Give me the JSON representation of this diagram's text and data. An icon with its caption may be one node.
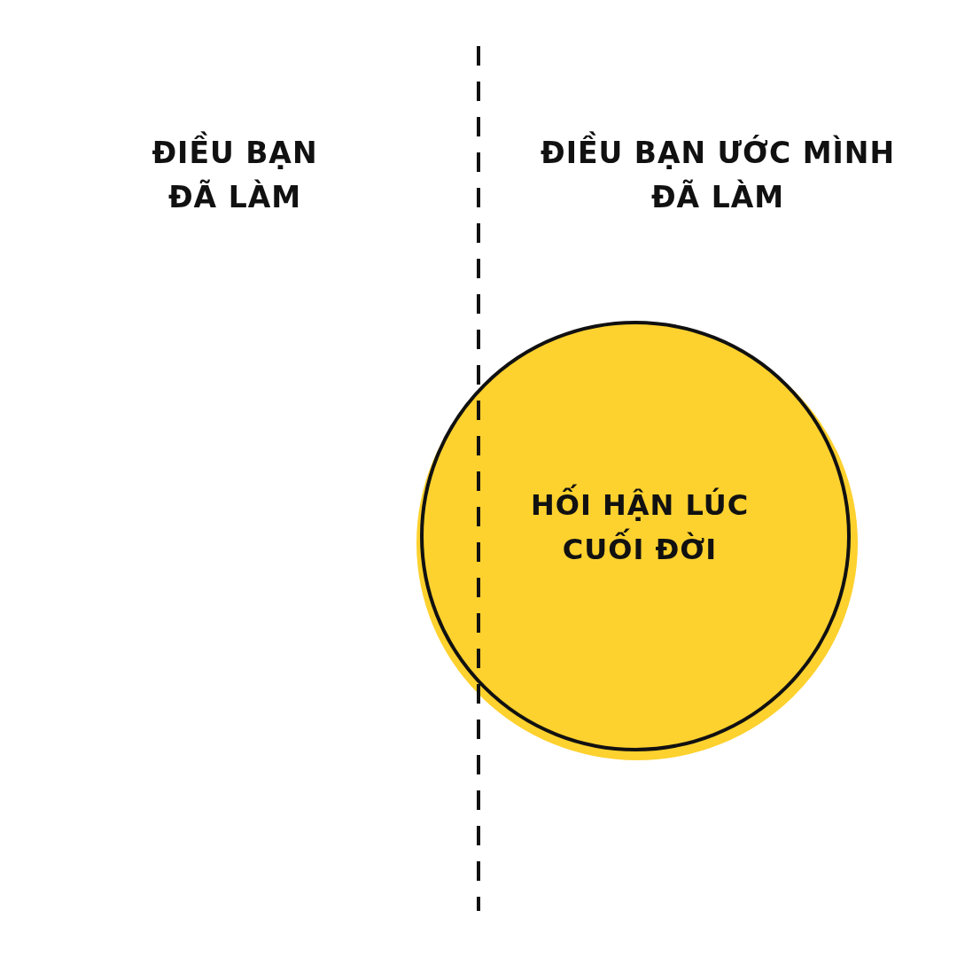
{
  "diagram": {
    "nodes": [
      {
        "text": [
          "HỐI HẬN LÚC CUỐI ĐỜI"
        ]
      }
    ],
    "edges": [],
    "labels": [
      "ĐIỀU BẠN ĐÃ LÀM",
      "ĐIỀU BẠN ƯỚC MÌNH ĐÃ LÀM"
    ]
  }
}
